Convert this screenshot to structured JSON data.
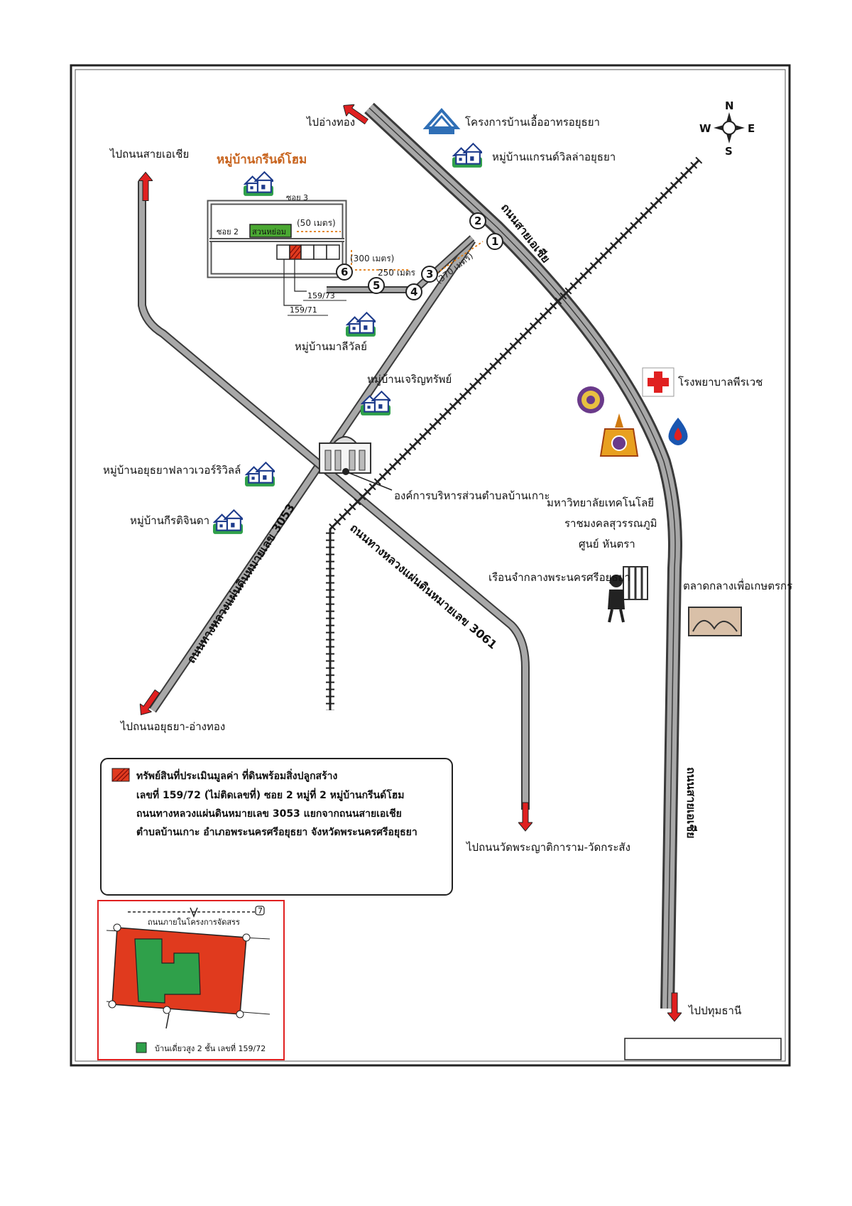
{
  "places": {
    "to_angthong": "ไปอ่างทอง",
    "to_asia_road": "ไปถนนสายเอเชีย",
    "project_ua": "โครงการบ้านเอื้ออาทรอยุธยา",
    "grandville": "หมู่บ้านแกรนด์วิลล่าอยุธยา",
    "green_home": "หมู่บ้านกรีนด์โฮม",
    "soi3": "ซอย 3",
    "soi2": "ซอย 2",
    "garden": "สวนหย่อม",
    "lot_73": "159/73",
    "lot_71": "159/71",
    "malee_wan": "หมู่บ้านมาลีวัลย์",
    "charoen_sap": "หมู่บ้านเจริญทรัพย์",
    "flower_river": "หมู่บ้านอยุธยาฟลาวเวอร์ริวิลล์",
    "kirati_jinda": "หมู่บ้านกีรติจินดา",
    "sao_office": "องค์การบริหารส่วนตำบลบ้านเกาะ",
    "hospital": "โรงพยาบาลพีรเวช",
    "university_1": "มหาวิทยาลัยเทคโนโลยี",
    "university_2": "ราชมงคลสุวรรณภูมิ",
    "university_3": "ศูนย์ หันตรา",
    "prison": "เรือนจำกลางพระนครศรีอยุธยา",
    "market": "ตลาดกลางเพื่อเกษตรกร",
    "to_ayutthaya_angthong": "ไปถนนอยุธยา-อ่างทอง",
    "to_wat_phraya": "ไปถนนวัดพระญาติการาม-วัดกระสัง",
    "to_pathumthani": "ไปปทุมธานี"
  },
  "roads": {
    "asia_road": "ถนนสายเอเชีย",
    "asia_road_vertical": "ถนนสายเอเชีย",
    "hw3053": "ถนนทางหลวงแผ่นดินหมายเลข 3053",
    "hw3061": "ถนนทางหลวงแผ่นดินหมายเลข 3061"
  },
  "distances": {
    "d50": "(50 เมตร)",
    "d300": "(300 เมตร)",
    "d250": "250 เมตร",
    "d370": "(370 เมตร)"
  },
  "waypoints": [
    "1",
    "2",
    "3",
    "4",
    "5",
    "6"
  ],
  "compass": {
    "n": "N",
    "s": "S",
    "e": "E",
    "w": "W"
  },
  "legend": {
    "line1": "ทรัพย์สินที่ประเมินมูลค่า ที่ดินพร้อมสิ่งปลูกสร้าง",
    "line2": "เลขที่ 159/72 (ไม่ติดเลขที่) ซอย 2 หมู่ที่ 2 หมู่บ้านกรีนด์โฮม",
    "line3": "ถนนทางหลวงแผ่นดินหมายเลข 3053 แยกจากถนนสายเอเชีย",
    "line4": "ตำบลบ้านเกาะ อำเภอพระนครศรีอยุธยา จังหวัดพระนครศรีอยุธยา"
  },
  "inset": {
    "road_label": "ถนนภายในโครงการจัดสรร",
    "marker": "7",
    "caption": "บ้านเดี่ยวสูง 2 ชั้น เลขที่ 159/72"
  },
  "colors": {
    "road_fill": "#a8a8a8",
    "road_edge": "#3a3a3a",
    "arrow_red": "#e02020",
    "property_red": "#e03a1e",
    "house_green": "#2fa04a",
    "garden_green": "#4aa832",
    "title_orange": "#c8641e",
    "distance_orange": "#e07a10"
  }
}
